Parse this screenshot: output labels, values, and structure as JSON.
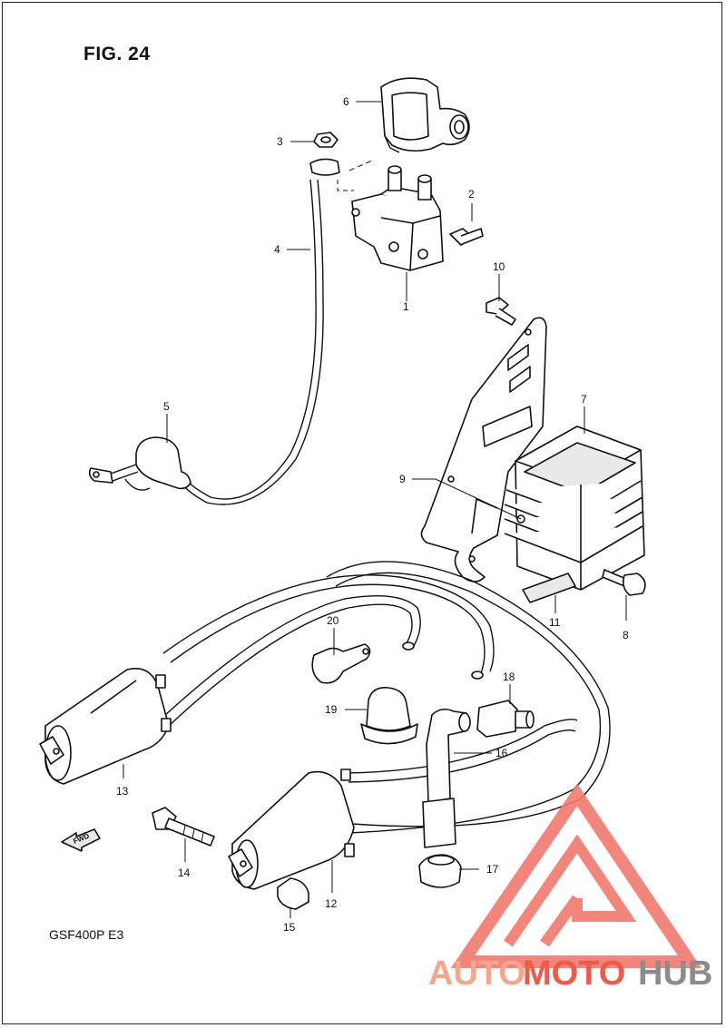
{
  "figure": {
    "title": "FIG. 24",
    "model_code": "GSF400P  E3"
  },
  "callouts": [
    "1",
    "2",
    "3",
    "4",
    "5",
    "6",
    "7",
    "8",
    "9",
    "10",
    "11",
    "12",
    "13",
    "14",
    "15",
    "16",
    "17",
    "18",
    "19",
    "20"
  ],
  "fwd_label": "FWD",
  "watermark": {
    "part1": "AUTO",
    "part2": "MOTO",
    "part3": "HUB",
    "colors": {
      "auto": "#f4a78a",
      "moto": "#f15a4a",
      "hub": "#8c8c8c",
      "logo": "#f27a6e"
    }
  }
}
